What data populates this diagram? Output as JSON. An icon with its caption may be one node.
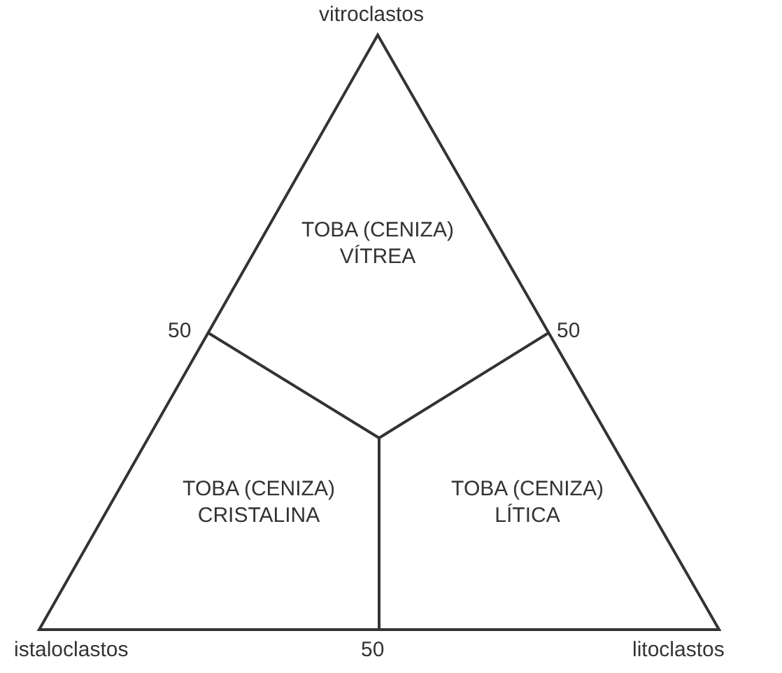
{
  "diagram": {
    "nodes": [
      {
        "text": [
          "TOBA (CENIZA) VÍTREA"
        ]
      },
      {
        "text": [
          "TOBA (CENIZA) CRISTALINA"
        ]
      },
      {
        "text": [
          "TOBA (CENIZA) LÍTICA"
        ]
      }
    ],
    "labels": [
      "vitroclastos",
      "50",
      "50",
      "istaloclastos",
      "50",
      "litoclastos"
    ]
  }
}
